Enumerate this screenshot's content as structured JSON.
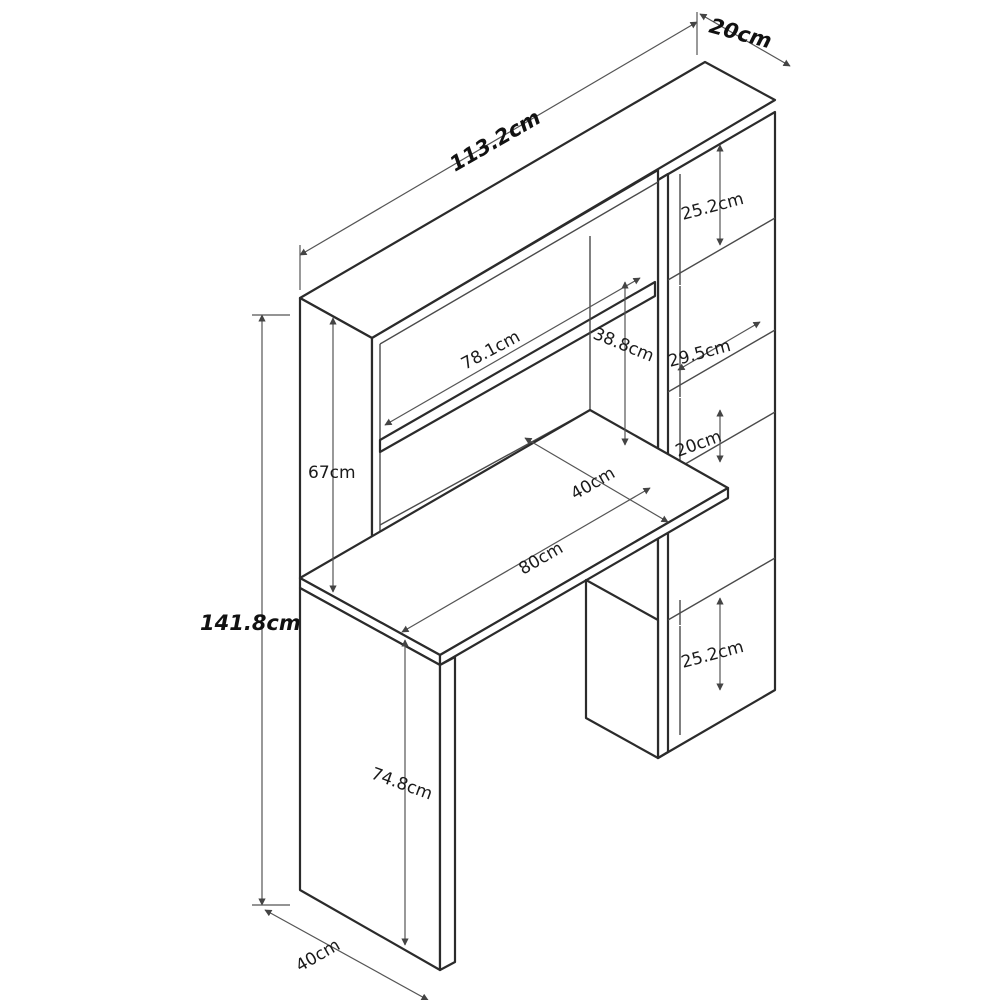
{
  "dimensions": {
    "total_width": "113.2cm",
    "depth_top": "20cm",
    "total_height": "141.8cm",
    "hutch_height": "67cm",
    "hutch_shelf_width": "78.1cm",
    "hutch_shelf_gap": "38.8cm",
    "right_shelf_top": "25.2cm",
    "right_shelf_mid": "29.5cm",
    "right_shelf_small": "20cm",
    "right_shelf_bottom": "25.2cm",
    "desk_depth_inner": "40cm",
    "desk_width": "80cm",
    "desk_height": "74.8cm",
    "desk_depth": "40cm"
  },
  "colors": {
    "line": "#2b2b2b",
    "background": "#ffffff"
  }
}
